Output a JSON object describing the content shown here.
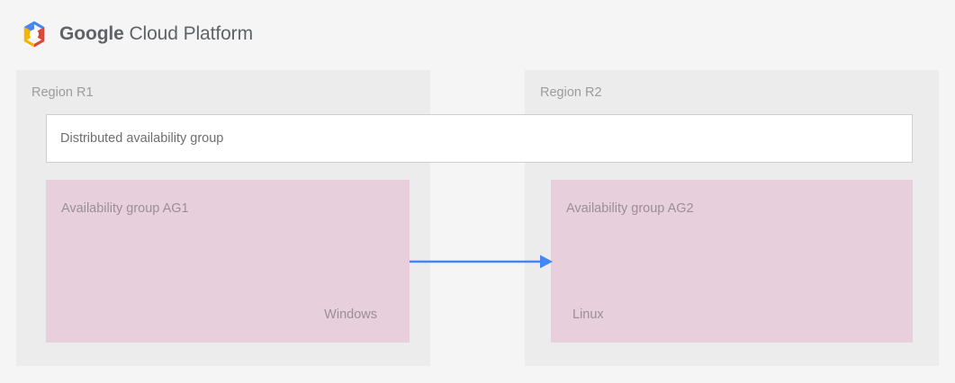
{
  "header": {
    "logo_icon": "gcp-hexagon-logo-icon",
    "brand_strong": "Google",
    "brand_light": " Cloud Platform"
  },
  "diagram": {
    "regions": [
      {
        "id": "r1",
        "label": "Region R1"
      },
      {
        "id": "r2",
        "label": "Region R2"
      }
    ],
    "distributed_group": {
      "label": "Distributed availability group"
    },
    "availability_groups": [
      {
        "id": "ag1",
        "title": "Availability group AG1",
        "os": "Windows"
      },
      {
        "id": "ag2",
        "title": "Availability group AG2",
        "os": "Linux"
      }
    ],
    "arrow": {
      "name": "replication-arrow",
      "direction": "left-to-right",
      "color": "#4285f4"
    }
  },
  "colors": {
    "page_background": "#f5f5f5",
    "region_panel": "#ececec",
    "availability_group": "#e7cfdb",
    "distributed_group_fill": "#ffffff",
    "distributed_group_border": "#cfcfcf",
    "arrow_blue": "#4285f4",
    "text_gray": "#9c9c9c",
    "brand_gray": "#5f6368",
    "logo_blue": "#4285f4",
    "logo_red": "#db4437",
    "logo_yellow": "#f4b400",
    "logo_green": "#0f9d58"
  }
}
